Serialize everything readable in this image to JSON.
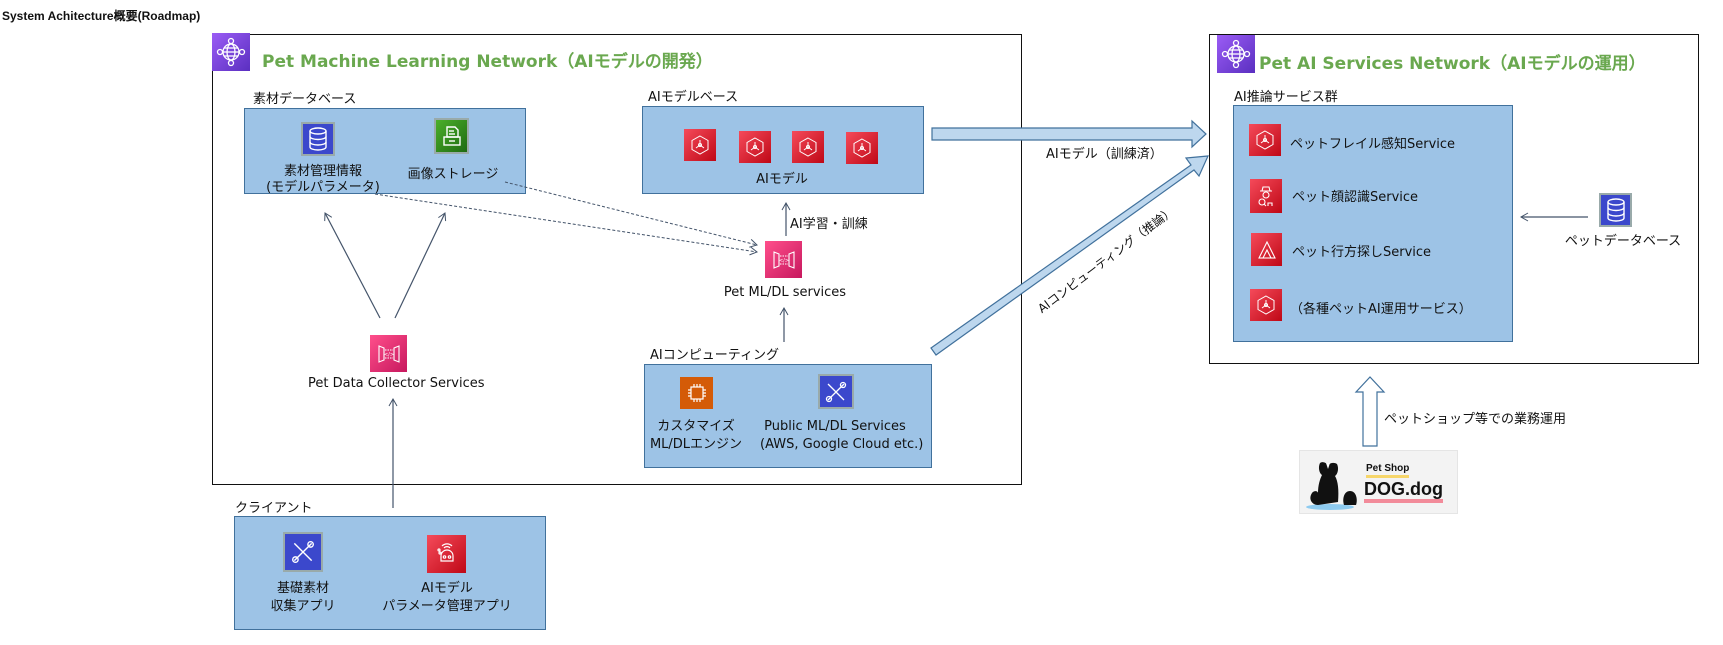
{
  "page_title": "System Achitecture概要(Roadmap)",
  "ml_network": {
    "title": "Pet Machine Learning Network（AIモデルの開発）",
    "icon": "network-globe-icon",
    "material_db": {
      "label": "素材データベース",
      "items": [
        {
          "label_line1": "素材管理情報",
          "label_line2": "(モデルパラメータ)",
          "icon": "database-icon"
        },
        {
          "label_line1": "画像ストレージ",
          "icon": "storage-icon"
        }
      ]
    },
    "model_base": {
      "label": "AIモデルベース",
      "model_icons_count": 4,
      "caption": "AIモデル"
    },
    "training_label": "AI学習・訓練",
    "ml_services": {
      "label": "Pet ML/DL services",
      "icon": "api-gateway-icon"
    },
    "collector": {
      "label": "Pet Data Collector Services",
      "icon": "api-gateway-icon"
    },
    "computing": {
      "label": "AIコンピューティング",
      "items": [
        {
          "label_line1": "カスタマイズ",
          "label_line2": "ML/DLエンジン",
          "icon": "chip-icon"
        },
        {
          "label_line1": "Public ML/DL Services",
          "label_line2": "(AWS, Google Cloud etc.)",
          "icon": "tools-icon"
        }
      ]
    }
  },
  "client": {
    "label": "クライアント",
    "items": [
      {
        "label_line1": "基礎素材",
        "label_line2": "収集アプリ",
        "icon": "tools-icon"
      },
      {
        "label_line1": "AIモデル",
        "label_line2": "パラメータ管理アプリ",
        "icon": "robot-icon"
      }
    ]
  },
  "arrows": {
    "model_transfer": "AIモデル（訓練済）",
    "computing_transfer": "AIコンピューティング（推論）",
    "shop_operation": "ペットショップ等での業務運用"
  },
  "ai_network": {
    "title": "Pet AI Services Network（AIモデルの運用）",
    "icon": "network-globe-icon",
    "services_group": {
      "label": "AI推論サービス群",
      "items": [
        {
          "label": "ペットフレイル感知Service",
          "icon": "model-cube-icon"
        },
        {
          "label": "ペット顔認識Service",
          "icon": "face-detective-icon"
        },
        {
          "label": "ペット行方探しService",
          "icon": "search-a-icon"
        },
        {
          "label": "（各種ペットAI運用サービス）",
          "icon": "model-cube-icon"
        }
      ]
    },
    "pet_db": {
      "label": "ペットデータベース",
      "icon": "database-icon"
    }
  },
  "shop_logo": {
    "line1": "Pet Shop",
    "line2": "DOG.dog"
  }
}
